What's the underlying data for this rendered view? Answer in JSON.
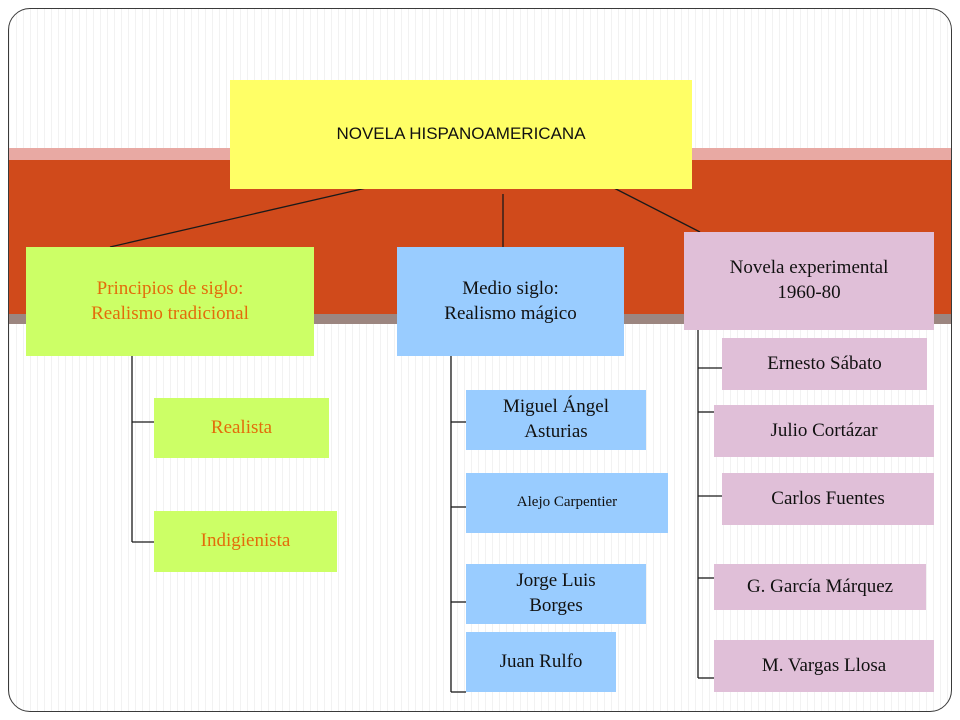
{
  "diagram": {
    "root": "NOVELA HISPANOAMERICANA",
    "branches": [
      {
        "title_lines": [
          "Principios de siglo:",
          "Realismo tradicional"
        ],
        "items": [
          "Realista",
          "Indigienista"
        ]
      },
      {
        "title_lines": [
          "Medio siglo:",
          "Realismo mágico"
        ],
        "items": [
          [
            "Miguel Ángel",
            "Asturias"
          ],
          [
            "Alejo Carpentier"
          ],
          [
            "Jorge Luis",
            "Borges"
          ],
          [
            "Juan Rulfo"
          ]
        ]
      },
      {
        "title_lines": [
          "Novela experimental",
          "1960-80"
        ],
        "items": [
          "Ernesto Sábato",
          "Julio Cortázar",
          "Carlos Fuentes",
          "G. García Márquez",
          "M. Vargas Llosa"
        ]
      }
    ]
  },
  "colors": {
    "root": "#ffff66",
    "branch_1": "#ccff66",
    "branch_1_text": "#e36c0a",
    "branch_2": "#99ccff",
    "branch_3": "#e0bfd8",
    "band": "#d04a1b"
  }
}
